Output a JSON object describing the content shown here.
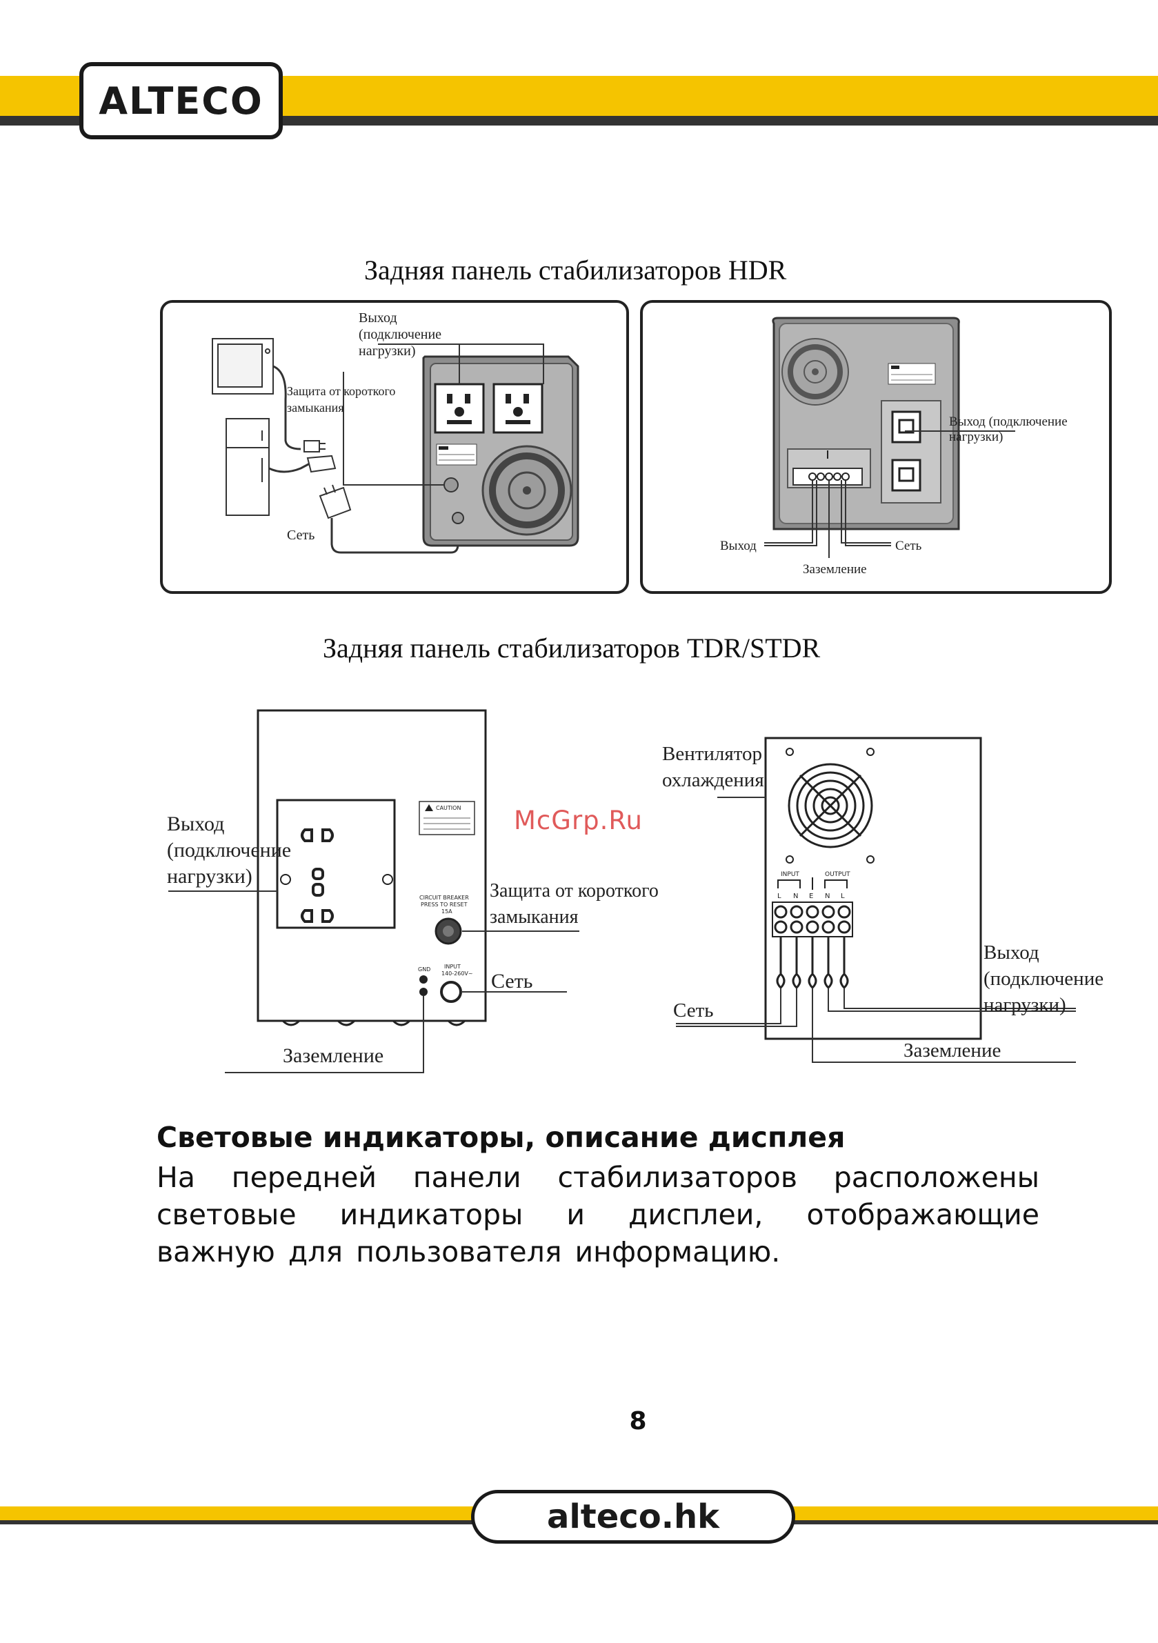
{
  "header": {
    "logo": "ALTECO"
  },
  "colors": {
    "accent": "#f5c400",
    "dark": "#1a1a1a"
  },
  "hdr": {
    "caption": "Задняя панель стабилизаторов HDR",
    "left": {
      "output_label_1": "Выход",
      "output_label_2": "(подключение",
      "output_label_3": "нагрузки)",
      "short_label_1": "Защита от короткого",
      "short_label_2": "замыкания",
      "mains_label": "Сеть"
    },
    "right": {
      "output_label_1": "Выход (подключение",
      "output_label_2": "нагрузки)",
      "out_label": "Выход",
      "mains_label": "Сеть",
      "ground_label": "Заземление"
    }
  },
  "tdr": {
    "caption": "Задняя панель стабилизаторов TDR/STDR",
    "left": {
      "output_label_1": "Выход",
      "output_label_2": "(подключение",
      "output_label_3": "нагрузки)",
      "short_label_1": "Защита от короткого",
      "short_label_2": "замыкания",
      "mains_label": "Сеть",
      "ground_label": "Заземление",
      "caution": "CAUTION",
      "breaker_1": "CIRCUIT BREAKER",
      "breaker_2": "PRESS TO RESET",
      "breaker_3": "15A",
      "gnd": "GND",
      "input_1": "INPUT",
      "input_2": "140-260V~"
    },
    "right": {
      "fan_label_1": "Вентилятор",
      "fan_label_2": "охлаждения",
      "output_label_1": "Выход",
      "output_label_2": "(подключение",
      "output_label_3": "нагрузки)",
      "mains_label": "Сеть",
      "ground_label": "Заземление",
      "input_tag": "INPUT",
      "output_tag": "OUTPUT",
      "terminals": [
        "L",
        "N",
        "E",
        "N",
        "L"
      ]
    }
  },
  "watermark": "McGrp.Ru",
  "section": {
    "title": "Световые индикаторы, описание дисплея",
    "body": "На передней панели стабилизаторов расположены световые индикаторы и дисплеи, отображающие важную для пользователя информацию."
  },
  "page_number": "8",
  "footer": {
    "site": "alteco.hk"
  }
}
